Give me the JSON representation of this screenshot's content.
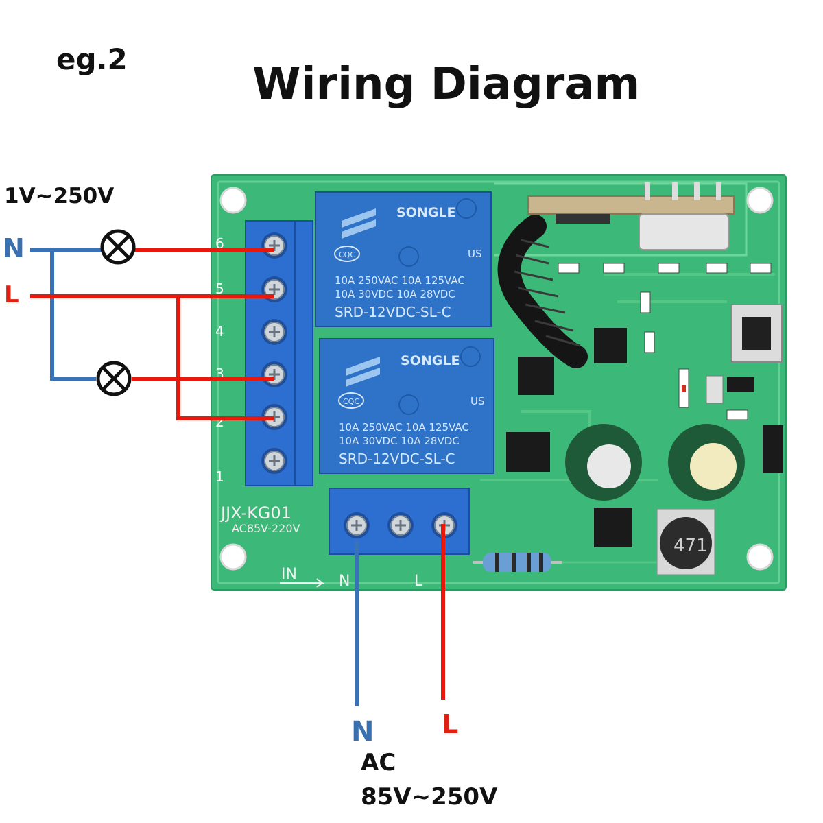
{
  "example_label": "eg.2",
  "title": "Wiring Diagram",
  "load_voltage": "1V~250V",
  "left_wires": {
    "n": "N",
    "l": "L"
  },
  "supply": {
    "n": "N",
    "l": "L",
    "ac": "AC",
    "voltage": "85V~250V"
  },
  "board": {
    "model": "JJX-KG01",
    "rating": "AC85V-220V",
    "input_label": "IN",
    "input_n": "N",
    "input_l": "L",
    "output_terminal_numbers": [
      "6",
      "5",
      "4",
      "3",
      "2",
      "1"
    ],
    "inductor_code": "471",
    "relays": [
      {
        "brand": "SONGLE",
        "cert": "CQC",
        "us": "US",
        "rating1": "10A 250VAC 10A 125VAC",
        "rating2": "10A 30VDC 10A 28VDC",
        "model": "SRD-12VDC-SL-C"
      },
      {
        "brand": "SONGLE",
        "cert": "CQC",
        "us": "US",
        "rating1": "10A 250VAC 10A 125VAC",
        "rating2": "10A 30VDC 10A 28VDC",
        "model": "SRD-12VDC-SL-C"
      }
    ]
  },
  "colors": {
    "live": "#e8180c",
    "neutral": "#3a72b8",
    "pcb": "#3cb878",
    "terminal": "#2d6fd0",
    "relay": "#2f73c8"
  },
  "icons": [
    "lamp-icon",
    "lamp-icon"
  ]
}
